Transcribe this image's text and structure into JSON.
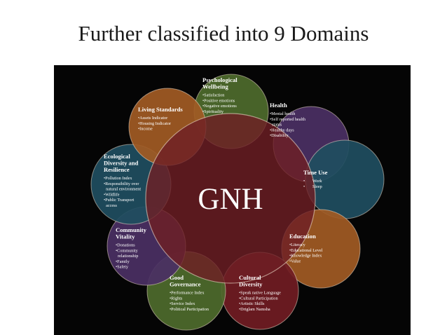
{
  "title": "Further classified into 9 Domains",
  "center": {
    "label": "GNH",
    "color": "#6e1f24"
  },
  "domains": [
    {
      "id": "psychological-wellbeing",
      "title_lines": [
        "Psychological",
        "Wellbeing"
      ],
      "items": [
        "•Satisfaction",
        "•Positive emotions",
        "•Negative emotions",
        "•Spirituality"
      ],
      "color": "#4d6b2c"
    },
    {
      "id": "health",
      "title_lines": [
        "Health"
      ],
      "items": [
        "•Mental health",
        "•Self reported health",
        "  status",
        "•Healthy days",
        "•Disability"
      ],
      "color": "#4a2f63"
    },
    {
      "id": "time-use",
      "title_lines": [
        "Time Use"
      ],
      "items": [
        "•       Work",
        "•       Sleep"
      ],
      "color": "#1f4e60"
    },
    {
      "id": "education",
      "title_lines": [
        "Education"
      ],
      "items": [
        "•Literacy",
        "•Educational Level",
        "•Knowledge Index",
        "•Value"
      ],
      "color": "#a05a24"
    },
    {
      "id": "cultural-diversity",
      "title_lines": [
        "Cultural",
        "Diversity"
      ],
      "items": [
        "•Speak native Language",
        "•Cultural Participation",
        "•Artistic Skills",
        "•Driglam Namsha"
      ],
      "color": "#701c22"
    },
    {
      "id": "good-governance",
      "title_lines": [
        "Good",
        "Governance"
      ],
      "items": [
        "•Performance Index",
        "•Rights",
        "•Service Index",
        "•Political Participation"
      ],
      "color": "#4d6b2c"
    },
    {
      "id": "community-vitality",
      "title_lines": [
        "Community",
        "Vitality"
      ],
      "items": [
        "•Donations",
        "•Community",
        "  relationship",
        "•Family",
        "•Safety"
      ],
      "color": "#4a2f63"
    },
    {
      "id": "ecological-diversity",
      "title_lines": [
        "Ecological",
        "Diversity and",
        "Resilience"
      ],
      "items": [
        "•Pollution Index",
        "•Responsibility over",
        "  natural environment",
        "•Wildlife",
        "•Public Transport",
        "  access"
      ],
      "color": "#1f4e60"
    },
    {
      "id": "living-standards",
      "title_lines": [
        "Living Standards"
      ],
      "items": [
        "•Assets Indicator",
        "•Housing Indicator",
        "•Income"
      ],
      "color": "#a05a24"
    }
  ]
}
